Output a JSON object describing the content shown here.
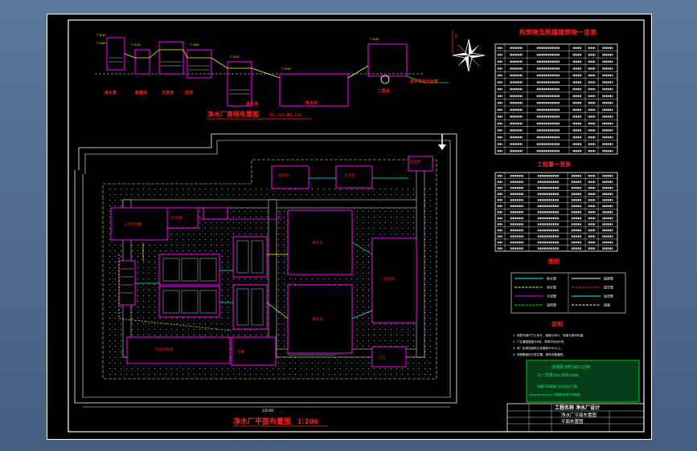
{
  "drawing": {
    "profile_title": "净水厂高程布置图",
    "profile_scale": "竖1:100 横1:100",
    "plan_title": "净水厂平面布置图",
    "plan_scale": "1:200",
    "north_symbol": "N"
  },
  "profile_labels": [
    "进水管",
    "絮凝池",
    "沉淀池",
    "滤池",
    "清水池",
    "吸水井",
    "二泵房",
    "送水泵房出水管"
  ],
  "plan_buildings": {
    "filter_plant": "工艺综合楼",
    "office": "综合楼",
    "dosing": "加药间",
    "tank1": "清水池",
    "tank2": "清水池",
    "pump_house": "二级泵房",
    "sludge": "污泥浓缩池",
    "garage": "门卫",
    "lab": "化验室",
    "power": "变电所",
    "warehouse": "仓库"
  },
  "tables": {
    "structures_title": "构筑物及附属建筑物一览表",
    "structures_headers": [
      "编号",
      "名称",
      "规格",
      "数量",
      "单位",
      "备注"
    ],
    "structures_rows": 16,
    "pipes_title": "工程量一览表",
    "pipes_rows": 13,
    "legend_title": "图例",
    "legend_items": [
      "给水管",
      "排水管",
      "污泥管",
      "加药管",
      "超越管",
      "放空管",
      "溢流管",
      "道路"
    ],
    "notes_title": "说明",
    "notes": [
      "1. 本图平面尺寸以米计，高程以米计，标高为绝对标高。",
      "2. 厂区道路宽度为6米，转弯半径为9米。",
      "3. 本厂区绿化面积占总面积30%以上。",
      "4. 本图管道仅示意位置，具体见管道图。"
    ]
  },
  "watermark": {
    "line1": "沐风网 MFCAD.COM",
    "line2": "三一文库 Co.163.com",
    "line3": "海量CAD图纸 毕业设计下载",
    "line4": "www.mfcad.com 本图纸来源于沐风网"
  },
  "title_block": {
    "title": "工程名称 净水厂设计",
    "subtitle": "净水厂平面布置图",
    "drawing_name": "平面布置图"
  },
  "colors": {
    "frame": "#ffffff",
    "magenta": "#ff00ff",
    "yellow": "#ffff00",
    "red": "#ff2020",
    "cyan": "#00ffff",
    "green": "#00ff00"
  }
}
